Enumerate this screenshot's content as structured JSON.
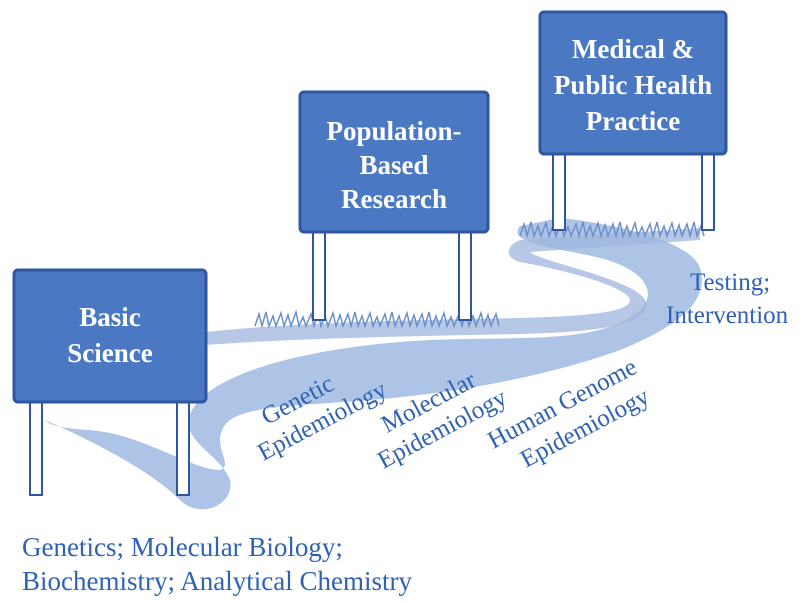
{
  "colors": {
    "sign_fill": "#4a78c2",
    "sign_border": "#2f57a0",
    "path_fill": "#aec4e6",
    "text": "#2f62b4",
    "grass": "#6b8fc9"
  },
  "signs": {
    "basic_science": {
      "line1": "Basic",
      "line2": "Science"
    },
    "population": {
      "line1": "Population-",
      "line2": "Based",
      "line3": "Research"
    },
    "practice": {
      "line1": "Medical &",
      "line2": "Public Health",
      "line3": "Practice"
    }
  },
  "path_labels": {
    "genetic_epi": {
      "line1": "Genetic",
      "line2": "Epidemiology"
    },
    "molecular_epi": {
      "line1": "Molecular",
      "line2": "Epidemiology"
    },
    "human_genome_epi": {
      "line1": "Human Genome",
      "line2": "Epidemiology"
    },
    "testing": {
      "line1": "Testing;",
      "line2": "Intervention"
    }
  },
  "bottom_labels": {
    "line1": "Genetics; Molecular Biology;",
    "line2": "Biochemistry; Analytical Chemistry"
  }
}
